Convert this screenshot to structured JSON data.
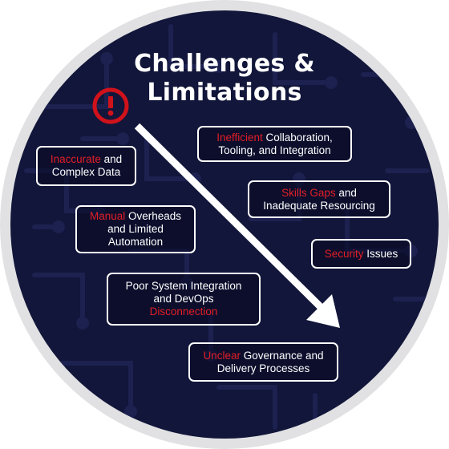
{
  "title": {
    "line1": "Challenges &",
    "line2": "Limitations"
  },
  "colors": {
    "background": "#12163a",
    "ring": "#e1e1e3",
    "accent": "#e41e26",
    "text": "#ffffff"
  },
  "icons": {
    "warning": "exclamation-circle-icon",
    "arrow": "diagonal-arrow"
  },
  "challenges": [
    {
      "highlight": "Inefficient",
      "text_after": " Collaboration,",
      "line2": "Tooling, and Integration"
    },
    {
      "highlight": "Inaccurate",
      "text_after": " and",
      "line2": "Complex Data"
    },
    {
      "highlight": "Skills Gaps",
      "text_after": " and",
      "line2": "Inadequate Resourcing"
    },
    {
      "highlight": "Manual",
      "text_after": " Overheads",
      "line2": "and Limited",
      "line3": "Automation"
    },
    {
      "highlight": "Security",
      "text_after": " Issues"
    },
    {
      "line1": "Poor System Integration",
      "line2": "and DevOps",
      "highlight": "Disconnection"
    },
    {
      "highlight": "Unclear",
      "text_after": " Governance and",
      "line2": "Delivery Processes"
    }
  ]
}
